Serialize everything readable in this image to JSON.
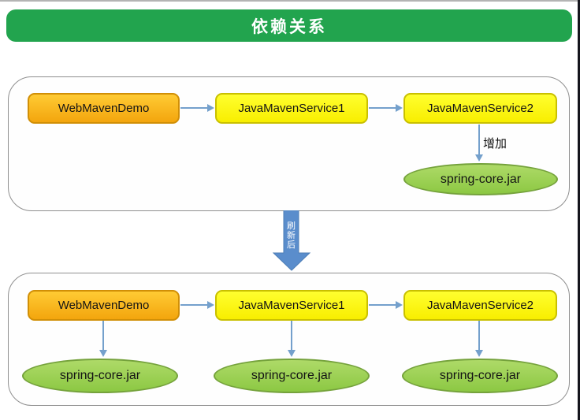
{
  "title": "依赖关系",
  "panels": {
    "before": {
      "nodes": [
        "WebMavenDemo",
        "JavaMavenService1",
        "JavaMavenService2"
      ],
      "add_label": "增加",
      "jar": "spring-core.jar"
    },
    "after": {
      "nodes": [
        "WebMavenDemo",
        "JavaMavenService1",
        "JavaMavenService2"
      ],
      "jars": [
        "spring-core.jar",
        "spring-core.jar",
        "spring-core.jar"
      ]
    }
  },
  "transition": {
    "label": "刷新后"
  },
  "colors": {
    "banner_green": "#22a44e",
    "node_orange": "#f6ae14",
    "node_orange_border": "#d18f06",
    "node_yellow": "#fdf500",
    "node_yellow_border": "#c9c000",
    "jar_green": "#9bd156",
    "jar_green_border": "#75a23c",
    "connector_blue": "#74a0cc",
    "big_arrow_blue": "#5a8dcc",
    "panel_border_gray": "#8f8f8f"
  }
}
